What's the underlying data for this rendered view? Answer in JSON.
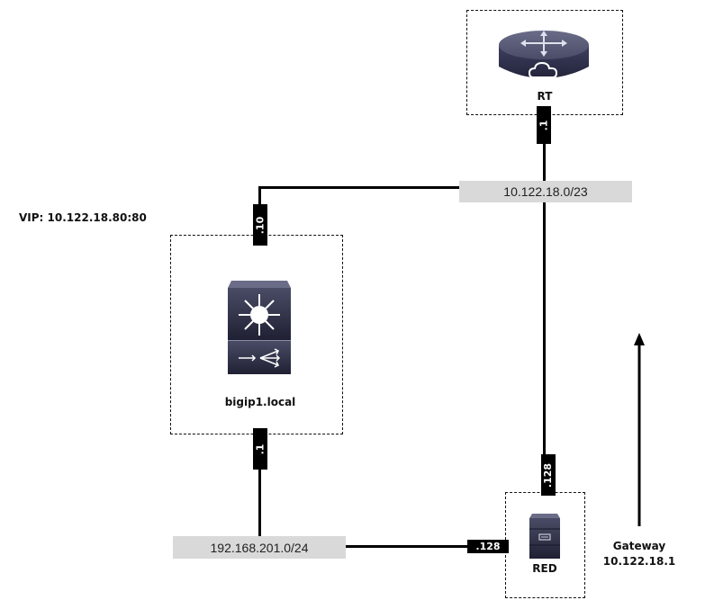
{
  "devices": {
    "router": {
      "label": "RT",
      "icon": "router-cloud-icon"
    },
    "bigip": {
      "label": "bigip1.local",
      "icon": "load-balancer-icon"
    },
    "red": {
      "label": "RED",
      "icon": "server-icon"
    }
  },
  "networks": {
    "external": {
      "cidr": "10.122.18.0/23"
    },
    "internal": {
      "cidr": "192.168.201.0/24"
    }
  },
  "interfaces": {
    "router_ext": ".1",
    "bigip_ext": ".10",
    "bigip_int": ".1",
    "red_ext": ".128",
    "red_int": ".128"
  },
  "annotations": {
    "vip": "VIP: 10.122.18.80:80",
    "gateway_title": "Gateway",
    "gateway_ip": "10.122.18.1",
    "gateway_arrow_icon": "arrow-up-icon"
  },
  "colors": {
    "device_dark": "#2e2f45",
    "network_bar": "#d9d9d9",
    "wire": "#000000"
  }
}
